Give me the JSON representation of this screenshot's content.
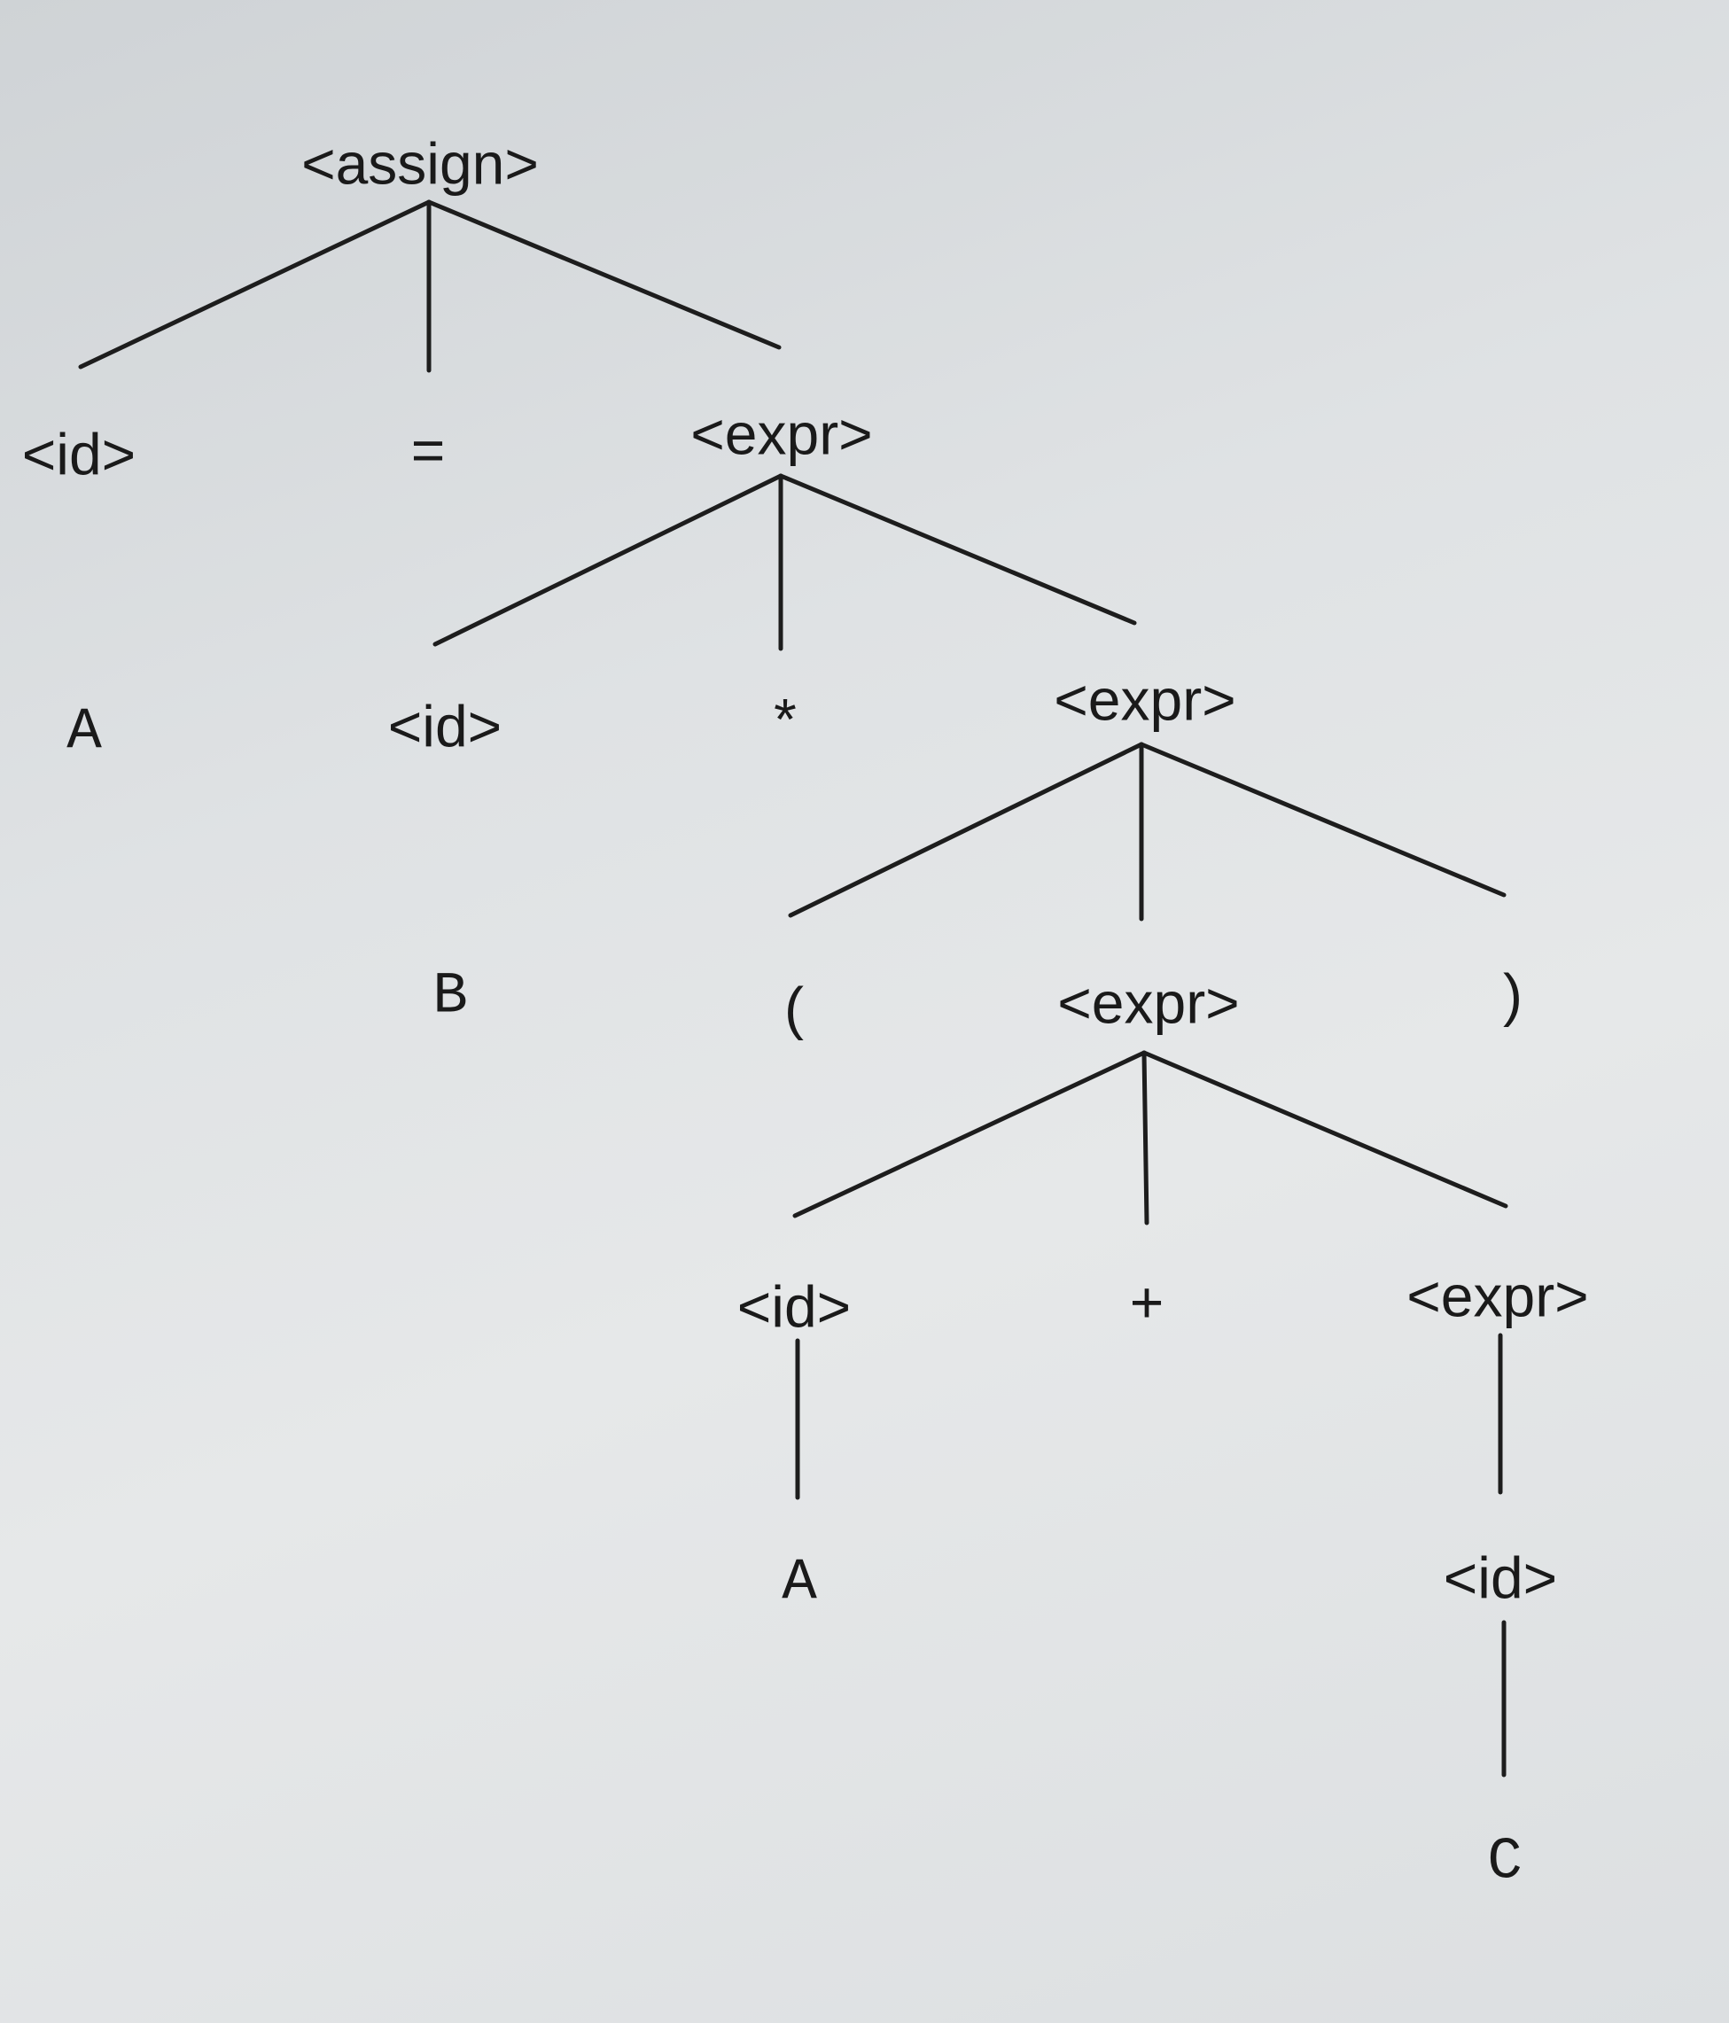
{
  "diagram": {
    "type": "parse-tree",
    "nodes": [
      {
        "id": "n_assign",
        "label": "<assign>",
        "kind": "nt"
      },
      {
        "id": "n_id1",
        "label": "<id>",
        "kind": "nt"
      },
      {
        "id": "n_eq",
        "label": "=",
        "kind": "sym"
      },
      {
        "id": "n_expr1",
        "label": "<expr>",
        "kind": "nt"
      },
      {
        "id": "n_A1",
        "label": "A",
        "kind": "term"
      },
      {
        "id": "n_id2",
        "label": "<id>",
        "kind": "nt"
      },
      {
        "id": "n_star",
        "label": "*",
        "kind": "sym"
      },
      {
        "id": "n_expr2",
        "label": "<expr>",
        "kind": "nt"
      },
      {
        "id": "n_B",
        "label": "B",
        "kind": "term"
      },
      {
        "id": "n_lparen",
        "label": "(",
        "kind": "sym"
      },
      {
        "id": "n_expr3",
        "label": "<expr>",
        "kind": "nt"
      },
      {
        "id": "n_rparen",
        "label": ")",
        "kind": "sym"
      },
      {
        "id": "n_id3",
        "label": "<id>",
        "kind": "nt"
      },
      {
        "id": "n_plus",
        "label": "+",
        "kind": "sym"
      },
      {
        "id": "n_expr4",
        "label": "<expr>",
        "kind": "nt"
      },
      {
        "id": "n_A2",
        "label": "A",
        "kind": "term"
      },
      {
        "id": "n_id4",
        "label": "<id>",
        "kind": "nt"
      },
      {
        "id": "n_C",
        "label": "C",
        "kind": "term"
      }
    ],
    "edges": [
      {
        "from": "n_assign",
        "to": "n_id1"
      },
      {
        "from": "n_assign",
        "to": "n_eq"
      },
      {
        "from": "n_assign",
        "to": "n_expr1"
      },
      {
        "from": "n_expr1",
        "to": "n_id2"
      },
      {
        "from": "n_expr1",
        "to": "n_star"
      },
      {
        "from": "n_expr1",
        "to": "n_expr2"
      },
      {
        "from": "n_expr2",
        "to": "n_lparen"
      },
      {
        "from": "n_expr2",
        "to": "n_expr3"
      },
      {
        "from": "n_expr2",
        "to": "n_rparen"
      },
      {
        "from": "n_expr3",
        "to": "n_id3"
      },
      {
        "from": "n_expr3",
        "to": "n_plus"
      },
      {
        "from": "n_expr3",
        "to": "n_expr4"
      },
      {
        "from": "n_id3",
        "to": "n_A2"
      },
      {
        "from": "n_expr4",
        "to": "n_id4"
      },
      {
        "from": "n_id4",
        "to": "n_C"
      }
    ]
  }
}
